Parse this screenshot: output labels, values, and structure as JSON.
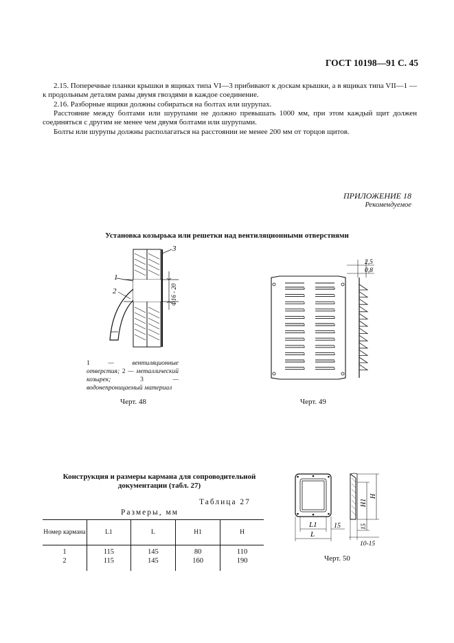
{
  "header": "ГОСТ 10198—91 С. 45",
  "paragraphs": [
    "2.15. Поперечные планки крышки в ящиках типа VI—3 прибивают к доскам крышки, а в ящиках типа VII—1 — к продольным деталям рамы двумя гвоздями в каждое соединение.",
    "2.16. Разборные ящики должны собираться на болтах или шурупах.",
    "Расстояние между болтами или шурупами не должно превышать 1000 мм, при этом каждый щит должен соединяться с другим не менее чем двумя болтами или шурупами.",
    "Болты или шурупы должны располагаться на расстоянии не менее 200 мм от торцов щитов."
  ],
  "appendix": {
    "title": "ПРИЛОЖЕНИЕ 18",
    "subtitle": "Рекомендуемое"
  },
  "section1_title": "Установка козырька или решетки над вентиляционными отверстиями",
  "fig48": {
    "labels": {
      "l1": "1",
      "l2": "2",
      "l3": "3",
      "dim": "Φ16 - 20"
    },
    "legend_parts": [
      "1",
      " — вентиляционные отверстия; ",
      "2",
      " — металлический козырек; ",
      "3",
      " — водонепроницаемый материал"
    ],
    "caption": "Черт. 48"
  },
  "fig49": {
    "dims": {
      "d1": "2,5",
      "d2": "0,8"
    },
    "caption": "Черт. 49"
  },
  "section2_title": "Конструкция и размеры кармана для сопроводительной документации (табл. 27)",
  "table": {
    "label": "Таблица 27",
    "sizes_label": "Размеры, мм",
    "headers": [
      "Номер кармана",
      "L1",
      "L",
      "H1",
      "H"
    ],
    "rows": [
      [
        "1",
        "115",
        "145",
        "80",
        "110"
      ],
      [
        "2",
        "115",
        "145",
        "160",
        "190"
      ]
    ]
  },
  "fig50": {
    "dims": {
      "L1": "L1",
      "L": "L",
      "H1": "H1",
      "H": "H",
      "d15a": "15",
      "d15b": "15",
      "d1015": "10-15"
    },
    "caption": "Черт. 50"
  }
}
